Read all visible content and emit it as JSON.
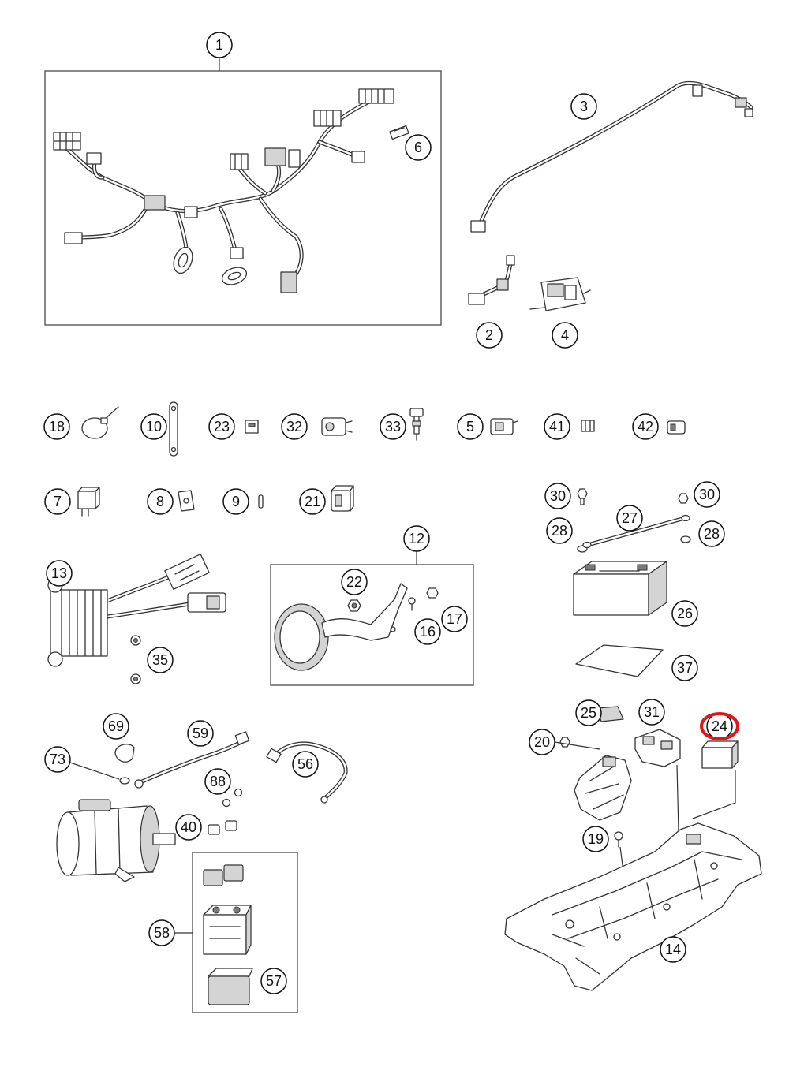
{
  "callouts": [
    "1",
    "3",
    "6",
    "2",
    "4",
    "18",
    "10",
    "23",
    "32",
    "33",
    "5",
    "41",
    "42",
    "7",
    "8",
    "9",
    "21",
    "30",
    "30",
    "27",
    "28",
    "28",
    "12",
    "13",
    "22",
    "17",
    "16",
    "26",
    "35",
    "37",
    "69",
    "59",
    "25",
    "31",
    "24",
    "20",
    "73",
    "56",
    "88",
    "40",
    "19",
    "58",
    "14",
    "57"
  ],
  "highlight_color": "#e0161b"
}
